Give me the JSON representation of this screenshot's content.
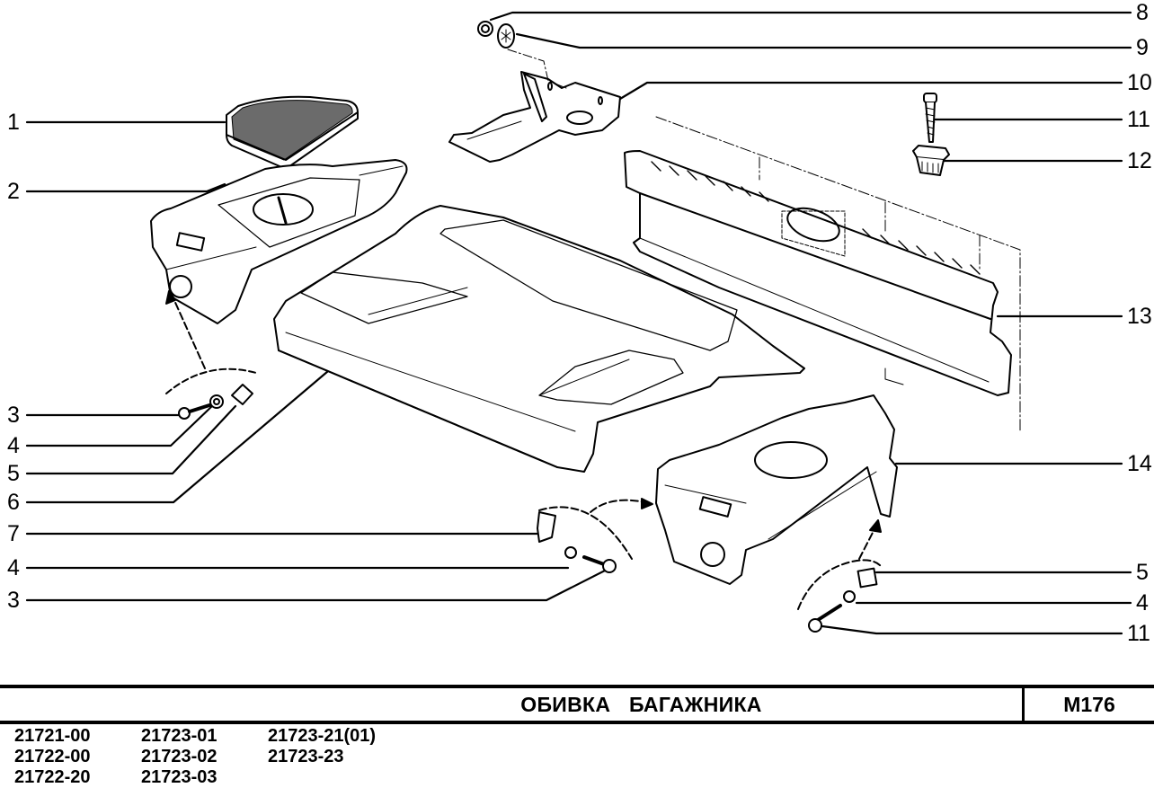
{
  "diagram": {
    "title": "ОБИВКА  БАГАЖНИКА",
    "sheet_code": "M176",
    "callouts_left": [
      {
        "num": "1",
        "part": "speaker-grille"
      },
      {
        "num": "2",
        "part": "left-side-trim-panel"
      },
      {
        "num": "3",
        "part": "screw"
      },
      {
        "num": "4",
        "part": "washer"
      },
      {
        "num": "5",
        "part": "clip-nut"
      },
      {
        "num": "6",
        "part": "rear-shelf-panel"
      },
      {
        "num": "7",
        "part": "bracket"
      },
      {
        "num": "4",
        "part": "washer"
      },
      {
        "num": "3",
        "part": "screw"
      }
    ],
    "callouts_right": [
      {
        "num": "8",
        "part": "nut"
      },
      {
        "num": "9",
        "part": "lock-washer"
      },
      {
        "num": "10",
        "part": "shelf-support-bracket"
      },
      {
        "num": "11",
        "part": "screw"
      },
      {
        "num": "12",
        "part": "clip"
      },
      {
        "num": "13",
        "part": "rear-panel-trim"
      },
      {
        "num": "14",
        "part": "right-side-trim-panel"
      },
      {
        "num": "5",
        "part": "clip-nut"
      },
      {
        "num": "4",
        "part": "washer"
      },
      {
        "num": "11",
        "part": "screw"
      }
    ]
  },
  "models": [
    [
      "21721-00",
      "21723-01",
      "21723-21(01)"
    ],
    [
      "21722-00",
      "21723-02",
      "21723-23"
    ],
    [
      "21722-20",
      "21723-03",
      ""
    ]
  ]
}
